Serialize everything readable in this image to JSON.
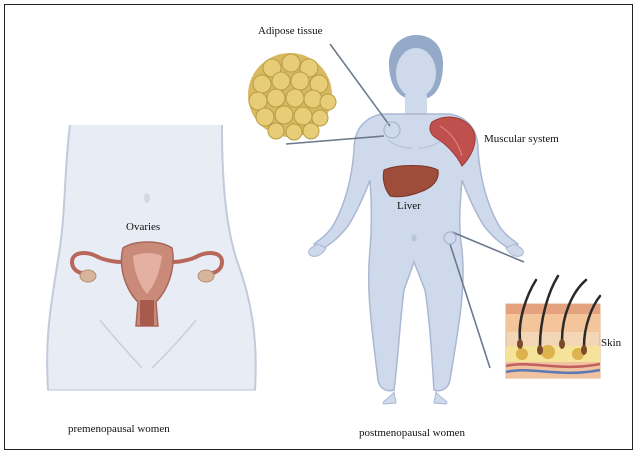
{
  "labels": {
    "adipose": "Adipose tissue",
    "muscular": "Muscular system",
    "liver": "Liver",
    "ovaries": "Ovaries",
    "skin": "Skin",
    "premenopausal": "premenopausal women",
    "postmenopausal": "postmenopausal women"
  },
  "icons": {
    "fat_cells": "adipose-cells-icon",
    "muscle": "muscle-icon",
    "liver": "liver-icon",
    "uterus": "uterus-ovaries-icon",
    "skin": "skin-cross-section-icon"
  },
  "colors": {
    "body_fill": "#cfd9ec",
    "body_stroke": "#a9b8d4",
    "hair": "#95a9c9",
    "fat": "#e7cd78",
    "muscle": "#c0504d",
    "liver": "#9e4d3a",
    "uterus": "#c98a7a",
    "skin_top": "#f0c8a0",
    "connector": "#6d7a8c"
  }
}
